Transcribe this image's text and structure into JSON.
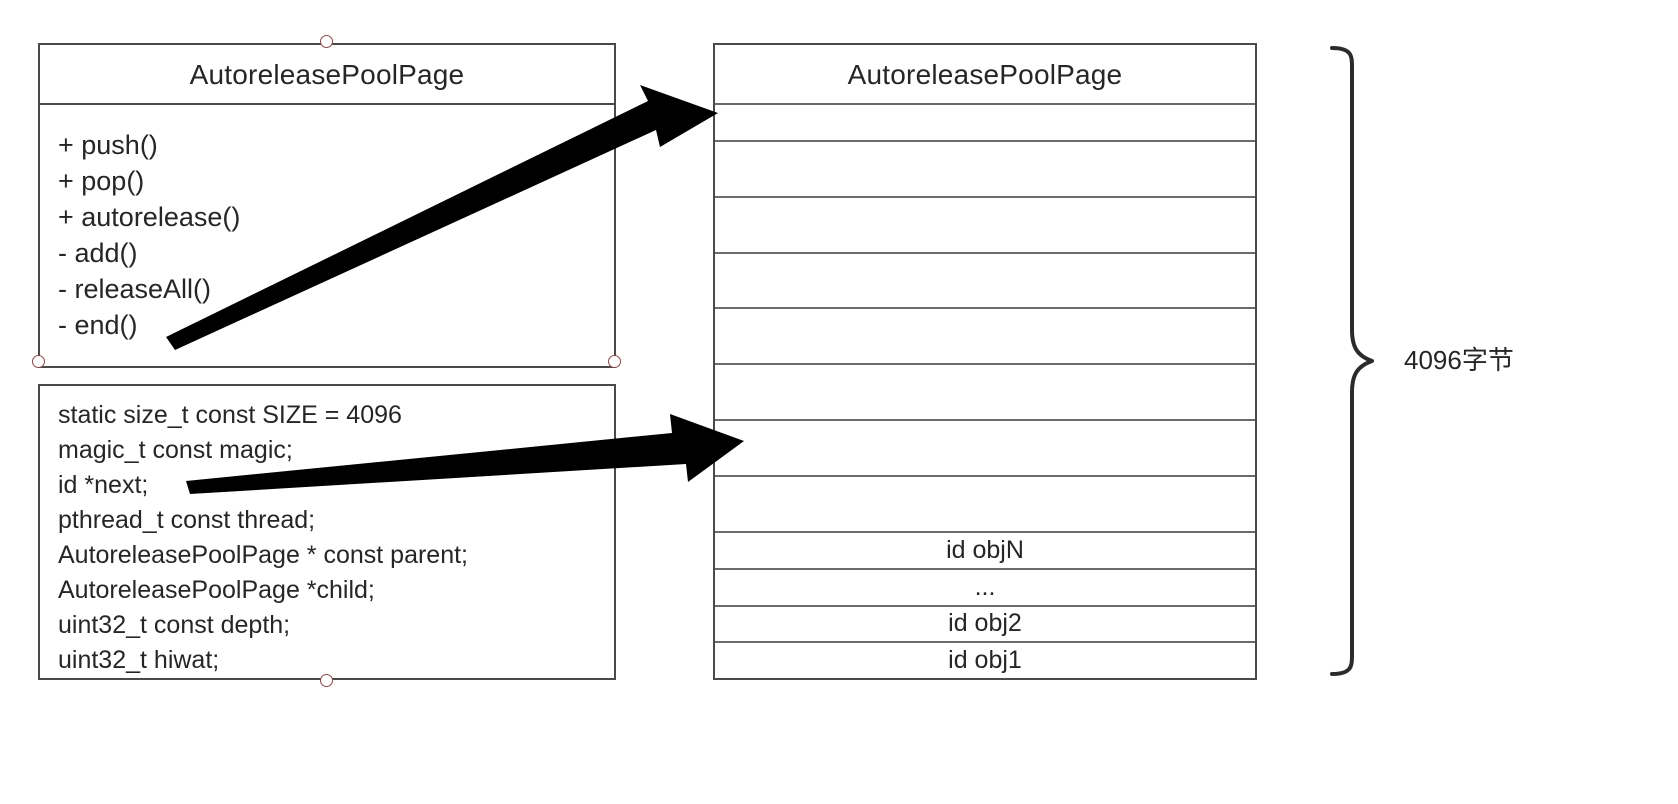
{
  "left_class": {
    "title": "AutoreleasePoolPage",
    "methods": [
      "+ push()",
      "+ pop()",
      "+ autorelease()",
      "- add()",
      "- releaseAll()",
      "- end()"
    ],
    "fields": [
      "static size_t const SIZE = 4096",
      "magic_t const magic;",
      "id *next;",
      "pthread_t const thread;",
      "AutoreleasePoolPage * const parent;",
      "AutoreleasePoolPage *child;",
      "uint32_t const depth;",
      "uint32_t hiwat;"
    ]
  },
  "right_page": {
    "title": "AutoreleasePoolPage",
    "slots": [
      {
        "label": "",
        "tall": false
      },
      {
        "label": "",
        "tall": true
      },
      {
        "label": "",
        "tall": true
      },
      {
        "label": "",
        "tall": true
      },
      {
        "label": "",
        "tall": true
      },
      {
        "label": "",
        "tall": true
      },
      {
        "label": "",
        "tall": true
      },
      {
        "label": "",
        "tall": true
      },
      {
        "label": "id objN",
        "tall": false
      },
      {
        "label": "...",
        "tall": false
      },
      {
        "label": "id obj2",
        "tall": false
      },
      {
        "label": "id obj1",
        "tall": false
      }
    ]
  },
  "annotation": {
    "brace_label": "4096字节"
  },
  "colors": {
    "box_border": "#4a4a4a",
    "slot_divider": "#6b6b6b",
    "arrow": "#000000",
    "handle_stroke": "#8a4a4a",
    "text": "#262626"
  }
}
